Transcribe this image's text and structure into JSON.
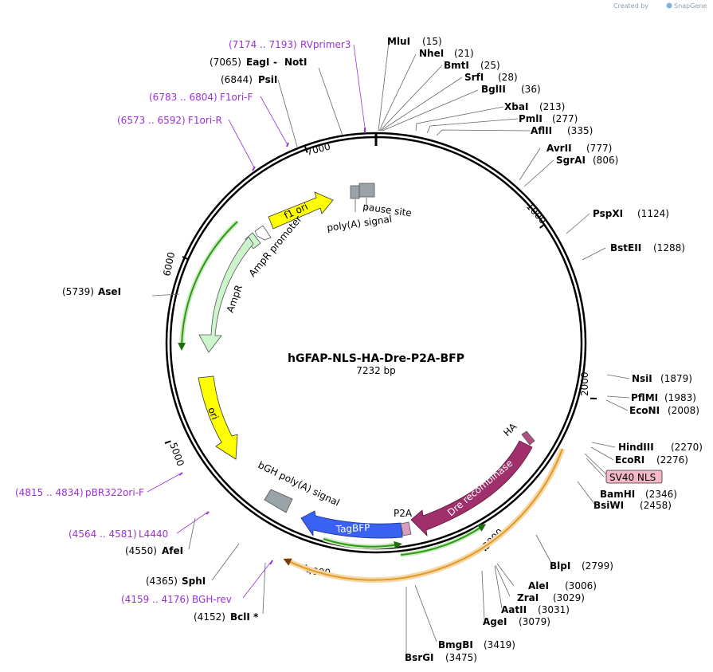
{
  "credit": {
    "created_by": "Created by",
    "brand": "SnapGene"
  },
  "plasmid": {
    "name": "hGFAP-NLS-HA-Dre-P2A-BFP",
    "length": "7232 bp"
  },
  "ticks": [
    "1000",
    "2000",
    "3000",
    "4000",
    "5000",
    "6000",
    "7000"
  ],
  "sites_right": [
    {
      "name": "MluI",
      "pos": "(15)"
    },
    {
      "name": "NheI",
      "pos": "(21)"
    },
    {
      "name": "BmtI",
      "pos": "(25)"
    },
    {
      "name": "SrfI",
      "pos": "(28)"
    },
    {
      "name": "BglII",
      "pos": "(36)"
    },
    {
      "name": "XbaI",
      "pos": "(213)"
    },
    {
      "name": "PmlI",
      "pos": "(277)"
    },
    {
      "name": "AflII",
      "pos": "(335)"
    },
    {
      "name": "AvrII",
      "pos": "(777)"
    },
    {
      "name": "SgrAI",
      "pos": "(806)"
    },
    {
      "name": "PspXI",
      "pos": "(1124)"
    },
    {
      "name": "BstEII",
      "pos": "(1288)"
    },
    {
      "name": "NsiI",
      "pos": "(1879)"
    },
    {
      "name": "PflMI",
      "pos": "(1983)"
    },
    {
      "name": "EcoNI",
      "pos": "(2008)"
    },
    {
      "name": "HindIII",
      "pos": "(2270)"
    },
    {
      "name": "EcoRI",
      "pos": "(2276)"
    },
    {
      "name": "BamHI",
      "pos": "(2346)"
    },
    {
      "name": "BsiWI",
      "pos": "(2458)"
    },
    {
      "name": "BlpI",
      "pos": "(2799)"
    },
    {
      "name": "AleI",
      "pos": "(3006)"
    },
    {
      "name": "ZraI",
      "pos": "(3029)"
    },
    {
      "name": "AatII",
      "pos": "(3031)"
    },
    {
      "name": "AgeI",
      "pos": "(3079)"
    },
    {
      "name": "BmgBI",
      "pos": "(3419)"
    },
    {
      "name": "BsrGI",
      "pos": "(3475)"
    }
  ],
  "sites_left": [
    {
      "name": "PsiI",
      "pos": "(6844)"
    },
    {
      "name": "AseI",
      "pos": "(5739)"
    },
    {
      "name": "AfeI",
      "pos": "(4550)"
    },
    {
      "name": "SphI",
      "pos": "(4365)"
    },
    {
      "name": "BclI *",
      "pos": "(4152)"
    }
  ],
  "eag_not": {
    "pos": "(7065)",
    "name1": "EagI",
    "sep": "-",
    "name2": "NotI"
  },
  "primers": [
    {
      "range": "(7174 .. 7193)",
      "name": "RVprimer3"
    },
    {
      "range": "(6783 .. 6804)",
      "name": "F1ori-F"
    },
    {
      "range": "(6573 .. 6592)",
      "name": "F1ori-R"
    },
    {
      "range": "(4815 .. 4834)",
      "name": "pBR322ori-F"
    },
    {
      "range": "(4564 .. 4581)",
      "name": "L4440"
    },
    {
      "range": "(4159 .. 4176)",
      "name": "BGH-rev"
    }
  ],
  "features": {
    "sv40_nls": "SV40 NLS",
    "ha": "HA",
    "dre": "Dre recombinase",
    "p2a": "P2A",
    "tagbfp": "TagBFP",
    "bgh": "bGH poly(A) signal",
    "ori": "ori",
    "ampr": "AmpR",
    "ampr_promoter": "AmpR promoter",
    "f1ori": "f1 ori",
    "pause_site": "pause site",
    "polya_signal": "poly(A) signal"
  },
  "colors": {
    "primer": "#9b30d9",
    "dre": "#a0306b",
    "tagbfp": "#3a62f0",
    "ori": "#ffff00",
    "ampr": "#ccf5cc",
    "orf_green": "#2d9a17",
    "orf_orange": "#e09a2a",
    "sv40_box": "#f4b8c8",
    "grey_feature": "#9aa3a8"
  }
}
